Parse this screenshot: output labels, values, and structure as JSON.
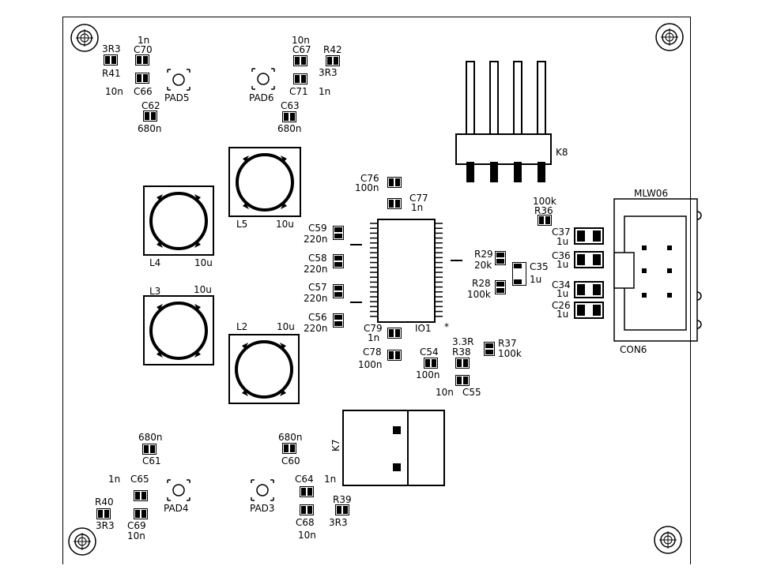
{
  "labels": {
    "r41_val": "3R3",
    "r41": "R41",
    "c70_val": "1n",
    "c70": "C70",
    "c66_val": "10n",
    "c66": "C66",
    "pad5": "PAD5",
    "c62": "C62",
    "c62_val": "680n",
    "c67_val": "10n",
    "c67": "C67",
    "r42": "R42",
    "r42_val": "3R3",
    "pad6": "PAD6",
    "c71": "C71",
    "c71_val": "1n",
    "c63": "C63",
    "c63_val": "680n",
    "k8": "K8",
    "c76": "C76",
    "c76_val": "100n",
    "c77": "C77",
    "c77_val": "1n",
    "l5": "L5",
    "l5_val": "10u",
    "l4": "L4",
    "l4_val": "10u",
    "l3": "L3",
    "l3_val": "10u",
    "l2": "L2",
    "l2_val": "10u",
    "c59": "C59",
    "c59_val": "220n",
    "c58": "C58",
    "c58_val": "220n",
    "c57": "C57",
    "c57_val": "220n",
    "c56": "C56",
    "c56_val": "220n",
    "io1": "IO1",
    "star": "*",
    "r29": "R29",
    "r29_val": "20k",
    "r28": "R28",
    "r28_val": "100k",
    "c35": "C35",
    "c35_val": "1u",
    "r36_val": "100k",
    "r36": "R36",
    "mlw06": "MLW06",
    "c37": "C37",
    "c37_val": "1u",
    "c36": "C36",
    "c36_val": "1u",
    "c34": "C34",
    "c34_val": "1u",
    "c26": "C26",
    "c26_val": "1u",
    "con6": "CON6",
    "c79": "C79",
    "c79_val": "1n",
    "c78": "C78",
    "c78_val": "100n",
    "c54": "C54",
    "c54_val": "100n",
    "r38_val": "3.3R",
    "r38": "R38",
    "r37": "R37",
    "r37_val": "100k",
    "c55_val": "10n",
    "c55": "C55",
    "k7": "K7",
    "c61_val": "680n",
    "c61": "C61",
    "c60_val": "680n",
    "c60": "C60",
    "c65_val": "1n",
    "c65": "C65",
    "pad4": "PAD4",
    "r40": "R40",
    "r40_val": "3R3",
    "c69": "C69",
    "c69_val": "10n",
    "pad3": "PAD3",
    "c64_val": "1n",
    "c64": "C64",
    "r39": "R39",
    "r39_val": "3R3",
    "c68": "C68",
    "c68_val": "10n"
  }
}
